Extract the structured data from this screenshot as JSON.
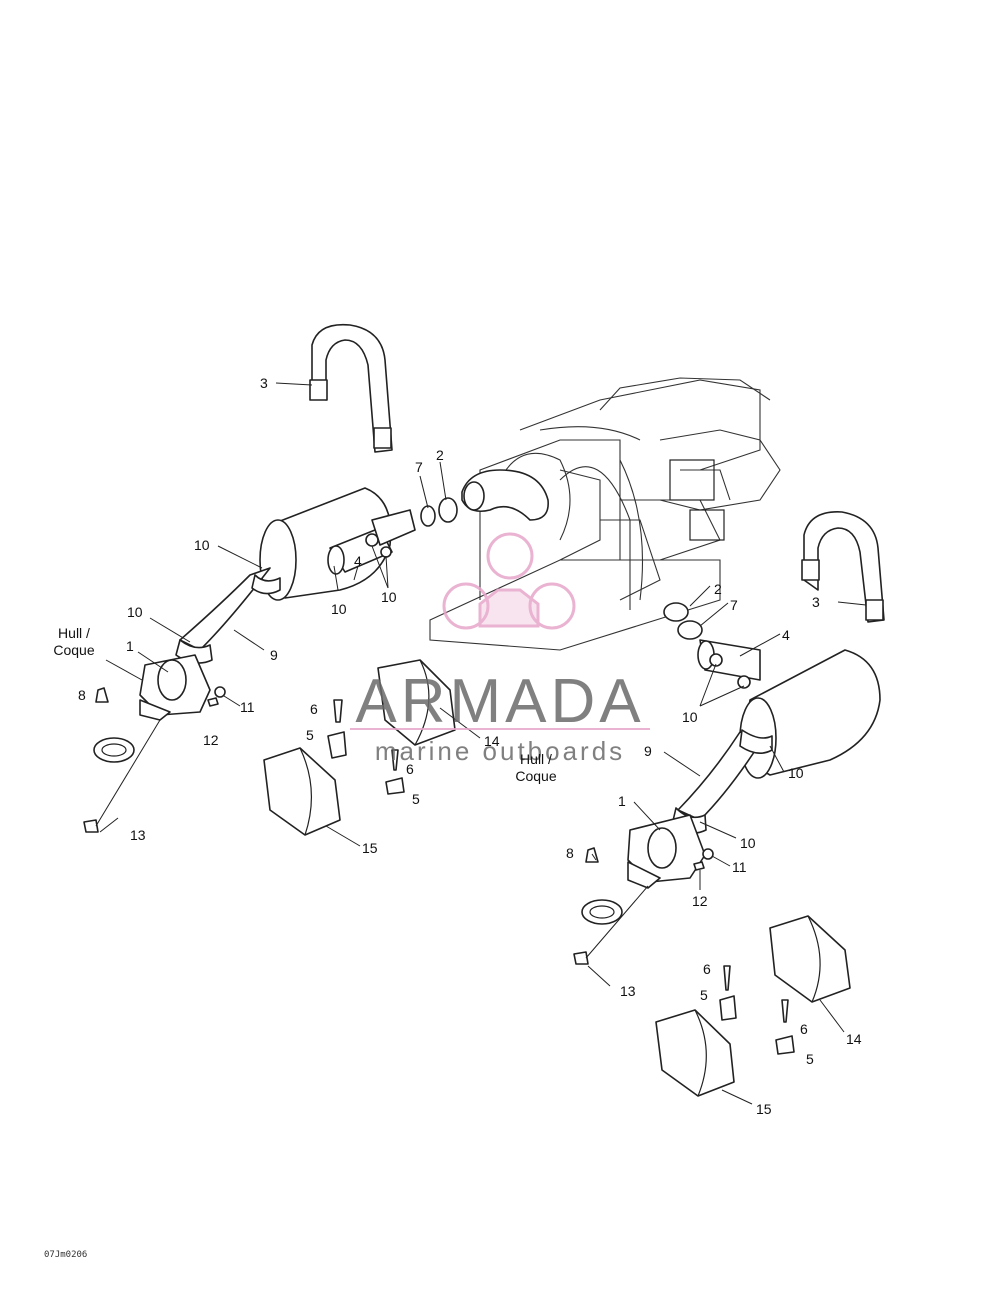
{
  "watermark": {
    "brand": "ARMADA",
    "subtitle": "marine outboards",
    "colors": {
      "brand": "#6b6b6b",
      "accent": "#e7a6c9"
    }
  },
  "reference_code": "07Jm0206",
  "hull_label_left": {
    "line1": "Hull /",
    "line2": "Coque"
  },
  "hull_label_right": {
    "line1": "Hull /",
    "line2": "Coque"
  },
  "callouts": {
    "c1": "3",
    "c2": "7",
    "c3": "2",
    "c4": "10",
    "c5": "4",
    "c6": "10",
    "c7": "10",
    "c8": "10",
    "c9": "1",
    "c10": "9",
    "c11": "8",
    "c12": "11",
    "c13": "12",
    "c14": "13",
    "c15": "6",
    "c16": "5",
    "c17": "14",
    "c18": "6",
    "c19": "5",
    "c20": "15",
    "c21": "3",
    "c22": "2",
    "c23": "7",
    "c24": "4",
    "c25": "10",
    "c26": "9",
    "c27": "10",
    "c28": "1",
    "c29": "10",
    "c30": "8",
    "c31": "11",
    "c32": "12",
    "c33": "13",
    "c34": "6",
    "c35": "5",
    "c36": "6",
    "c37": "5",
    "c38": "14",
    "c39": "15"
  }
}
